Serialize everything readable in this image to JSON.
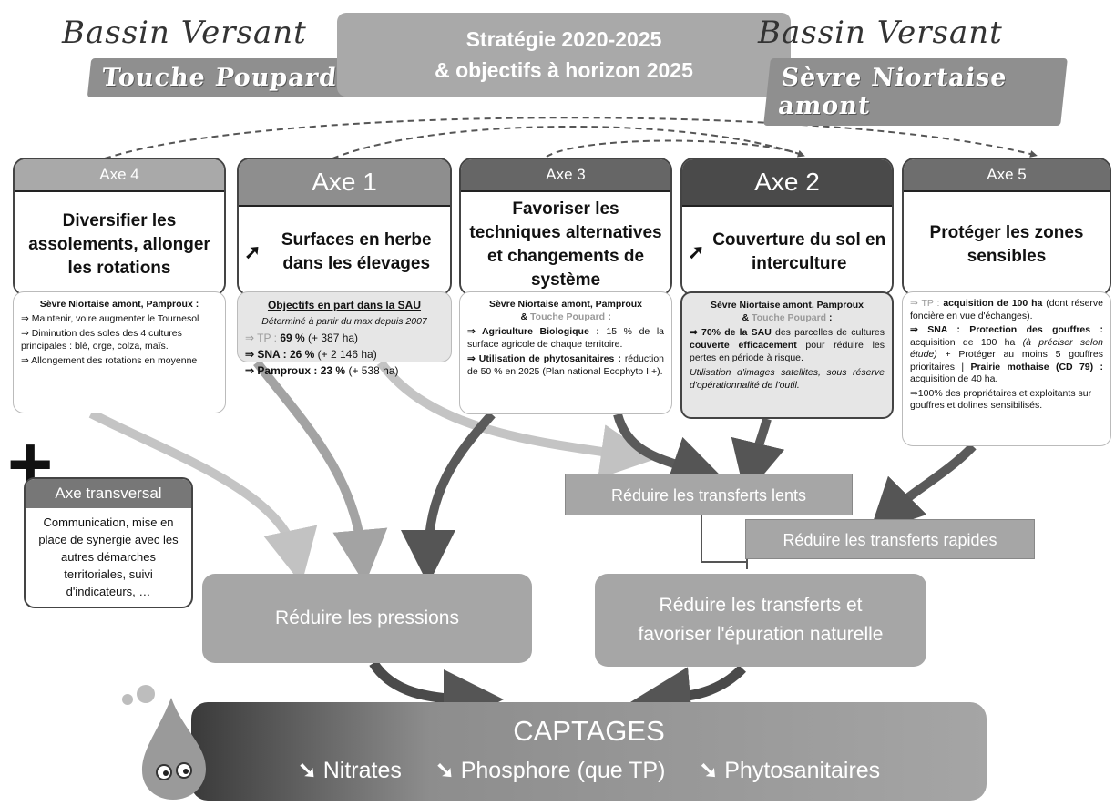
{
  "header": {
    "title_line1": "Stratégie 2020-2025",
    "title_line2": "& objectifs à horizon 2025",
    "left_script": "Bassin Versant",
    "left_name": "Touche Poupard",
    "right_script": "Bassin Versant",
    "right_name": "Sèvre Niortaise amont"
  },
  "axes": {
    "axe4": {
      "tab": "Axe 4",
      "title": "Diversifier les assolements, allonger les rotations",
      "detail": {
        "heading": "Sèvre Niortaise amont, Pamproux :",
        "items": [
          "⇒ Maintenir, voire augmenter le Tournesol",
          "⇒ Diminution des soles des 4 cultures principales : blé, orge, colza, maïs.",
          "⇒ Allongement des rotations en moyenne"
        ]
      }
    },
    "axe1": {
      "tab": "Axe 1",
      "arrow": "➚",
      "title": "Surfaces en herbe dans les élevages",
      "detail": {
        "heading": "Objectifs en part dans la SAU",
        "subheading": "Déterminé à partir du max depuis 2007",
        "tp_label": "⇒ TP :",
        "tp_value": "69 %",
        "tp_extra": "(+ 387 ha)",
        "sna_label": "⇒ SNA :",
        "sna_value": "26 %",
        "sna_extra": "(+ 2 146 ha)",
        "pam_label": "⇒ Pamproux :",
        "pam_value": "23 %",
        "pam_extra": "(+ 538 ha)"
      }
    },
    "axe3": {
      "tab": "Axe 3",
      "title": "Favoriser les techniques alternatives et changements de système",
      "detail": {
        "heading1": "Sèvre Niortaise amont, Pamproux",
        "heading_amp": "&",
        "heading_tp": "Touche Poupard",
        "heading_colon": ":",
        "item1_bold": "⇒ Agriculture Biologique :",
        "item1_text": "15 % de la surface agricole de chaque territoire.",
        "item2_bold": "⇒ Utilisation de phytosanitaires :",
        "item2_text": "réduction de 50 % en 2025 (Plan national Ecophyto II+)."
      }
    },
    "axe2": {
      "tab": "Axe 2",
      "arrow": "➚",
      "title": "Couverture du sol en interculture",
      "detail": {
        "heading1": "Sèvre Niortaise amont, Pamproux",
        "heading_amp": "&",
        "heading_tp": "Touche Poupard",
        "heading_colon": ":",
        "text_bold1": "⇒ 70% de la SAU",
        "text1": "des parcelles de cultures",
        "text_bold2": "couverte efficacement",
        "text2": "pour réduire les pertes en période à risque.",
        "italic": "Utilisation d'images satellites, sous réserve d'opérationnalité de l'outil."
      }
    },
    "axe5": {
      "tab": "Axe 5",
      "title": "Protéger les zones sensibles",
      "detail": {
        "tp_label": "⇒ TP :",
        "tp_bold": "acquisition de 100 ha",
        "tp_text": "(dont réserve foncière en vue d'échanges).",
        "sna_label": "⇒ SNA :",
        "sna_bold": "Protection des gouffres :",
        "sna_text": "acquisition de 100 ha",
        "sna_italic": "(à préciser selon étude)",
        "sna_text2": "+ Protéger au moins 5 gouffres prioritaires |",
        "prairie_bold": "Prairie mothaise (CD 79) :",
        "prairie_text": "acquisition de 40 ha.",
        "last": "⇒100% des propriétaires et exploitants sur gouffres et dolines sensibilisés."
      }
    }
  },
  "transversal": {
    "plus": "+",
    "tab": "Axe transversal",
    "body": "Communication, mise en place de synergie avec les autres démarches territoriales, suivi d'indicateurs, …"
  },
  "process": {
    "lents": "Réduire les transferts lents",
    "rapides": "Réduire les transferts rapides",
    "pressions": "Réduire les pressions",
    "transferts_line1": "Réduire les transferts et",
    "transferts_line2": "favoriser l'épuration naturelle"
  },
  "captages": {
    "title": "CAPTAGES",
    "arrow": "➘",
    "items": [
      "Nitrates",
      "Phosphore (que TP)",
      "Phytosanitaires"
    ]
  },
  "colors": {
    "axe4": "#a9a9a9",
    "axe1": "#8e8e8e",
    "axe3": "#666666",
    "axe2": "#4a4a4a",
    "axe5": "#6e6e6e",
    "process": "#a6a6a6",
    "arrow_dark": "#5a5a5a",
    "arrow_light": "#c4c4c4"
  },
  "icons": {
    "mascot": "water-drop-mascot-icon",
    "trend_up": "arrow-up-right-icon",
    "trend_down": "arrow-down-right-icon"
  }
}
